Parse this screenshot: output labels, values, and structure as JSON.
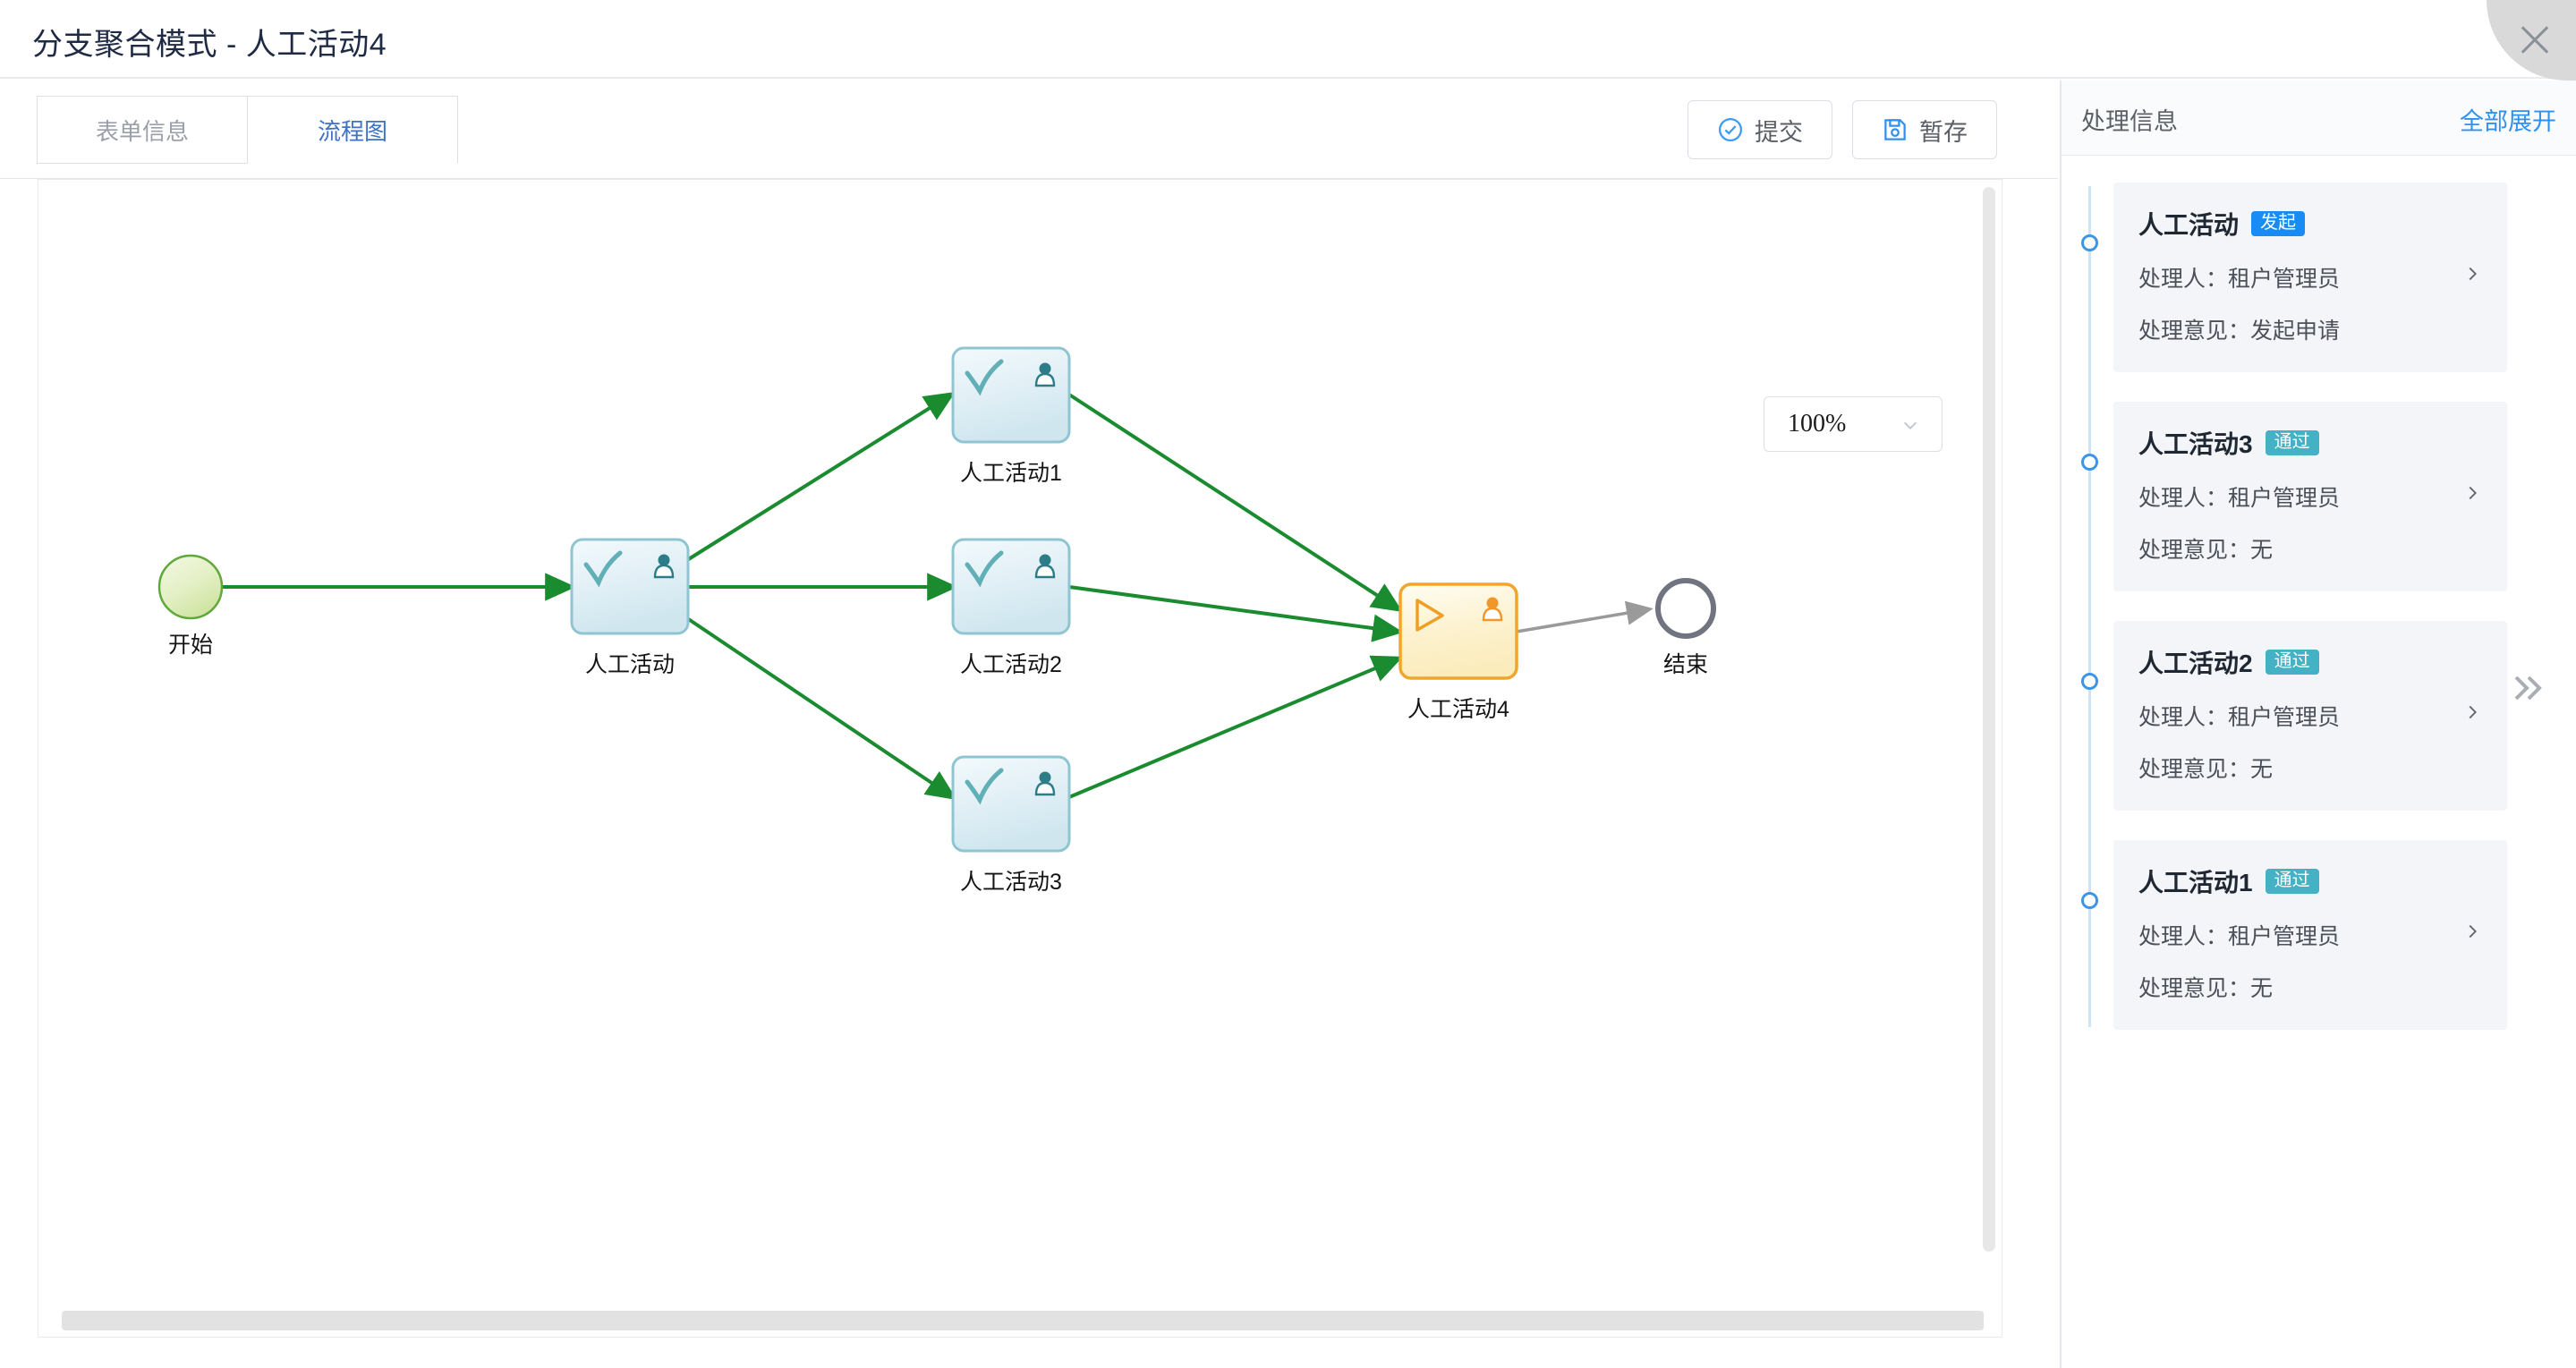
{
  "window": {
    "title": "分支聚合模式 - 人工活动4",
    "close_icon": "close-icon"
  },
  "toolbar": {
    "tabs": [
      {
        "label": "表单信息",
        "active": false
      },
      {
        "label": "流程图",
        "active": true
      }
    ],
    "buttons": [
      {
        "label": "提交",
        "icon": "check-circle-icon"
      },
      {
        "label": "暂存",
        "icon": "save-icon"
      }
    ]
  },
  "canvas": {
    "zoom": {
      "value": "100%",
      "chevron": "chevron-down-icon"
    },
    "nodes": [
      {
        "id": "start",
        "label": "开始",
        "type": "start-event",
        "state": "done"
      },
      {
        "id": "task0",
        "label": "人工活动",
        "type": "user-task",
        "state": "completed"
      },
      {
        "id": "task1",
        "label": "人工活动1",
        "type": "user-task",
        "state": "completed"
      },
      {
        "id": "task2",
        "label": "人工活动2",
        "type": "user-task",
        "state": "completed"
      },
      {
        "id": "task3",
        "label": "人工活动3",
        "type": "user-task",
        "state": "completed"
      },
      {
        "id": "task4",
        "label": "人工活动4",
        "type": "user-task",
        "state": "current"
      },
      {
        "id": "end",
        "label": "结束",
        "type": "end-event",
        "state": "pending"
      }
    ],
    "colors": {
      "flow_done": "#1a8b2e",
      "flow_pending": "#9a9a9a",
      "node_completed_border": "#8fc5d0",
      "node_current_border": "#f0a52e",
      "node_current_fill": "#fdf3d2",
      "start_fill": "#cfe6a4",
      "end_border": "#6f7480"
    }
  },
  "right_panel": {
    "title": "处理信息",
    "expand_all": "全部展开",
    "collapse_icon": "double-chevron-right-icon",
    "labels": {
      "handler": "处理人：",
      "opinion": "处理意见："
    },
    "items": [
      {
        "name": "人工活动",
        "badge": "发起",
        "badge_type": "start",
        "handler": "处理人：租户管理员",
        "opinion": "处理意见：发起申请"
      },
      {
        "name": "人工活动3",
        "badge": "通过",
        "badge_type": "pass",
        "handler": "处理人：租户管理员",
        "opinion": "处理意见：无"
      },
      {
        "name": "人工活动2",
        "badge": "通过",
        "badge_type": "pass",
        "handler": "处理人：租户管理员",
        "opinion": "处理意见：无"
      },
      {
        "name": "人工活动1",
        "badge": "通过",
        "badge_type": "pass",
        "handler": "处理人：租户管理员",
        "opinion": "处理意见：无"
      }
    ]
  }
}
